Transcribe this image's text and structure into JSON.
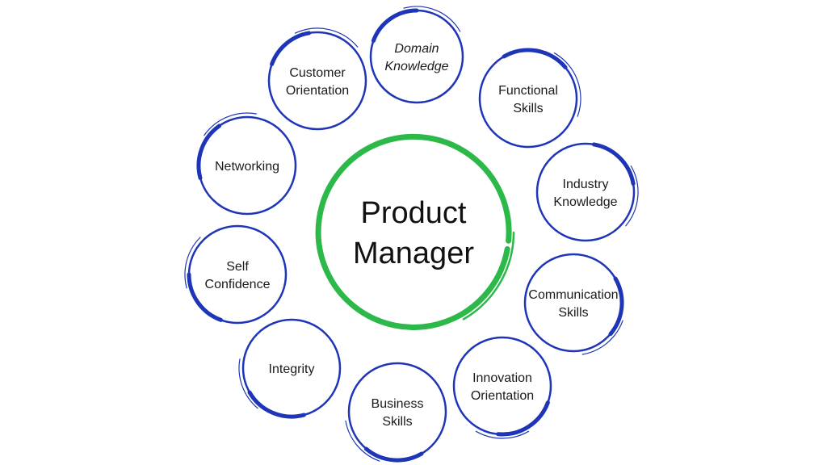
{
  "title": "Product Manager Skills",
  "center": {
    "lines": [
      "Product",
      "Manager"
    ],
    "color": "#2db84a"
  },
  "node_color": "#1f35b8",
  "nodes": [
    {
      "id": "domain-knowledge",
      "lines": [
        "Domain",
        "Knowledge"
      ],
      "italic": true
    },
    {
      "id": "functional-skills",
      "lines": [
        "Functional",
        "Skills"
      ],
      "italic": false
    },
    {
      "id": "industry-knowledge",
      "lines": [
        "Industry",
        "Knowledge"
      ],
      "italic": false
    },
    {
      "id": "communication-skills",
      "lines": [
        "Communication",
        "Skills"
      ],
      "italic": false
    },
    {
      "id": "innovation-orientation",
      "lines": [
        "Innovation",
        "Orientation"
      ],
      "italic": false
    },
    {
      "id": "business-skills",
      "lines": [
        "Business",
        "Skills"
      ],
      "italic": false
    },
    {
      "id": "integrity",
      "lines": [
        "Integrity"
      ],
      "italic": false
    },
    {
      "id": "self-confidence",
      "lines": [
        "Self",
        "Confidence"
      ],
      "italic": false
    },
    {
      "id": "networking",
      "lines": [
        "Networking"
      ],
      "italic": false
    },
    {
      "id": "customer-orientation",
      "lines": [
        "Customer",
        "Orientation"
      ],
      "italic": false
    }
  ]
}
